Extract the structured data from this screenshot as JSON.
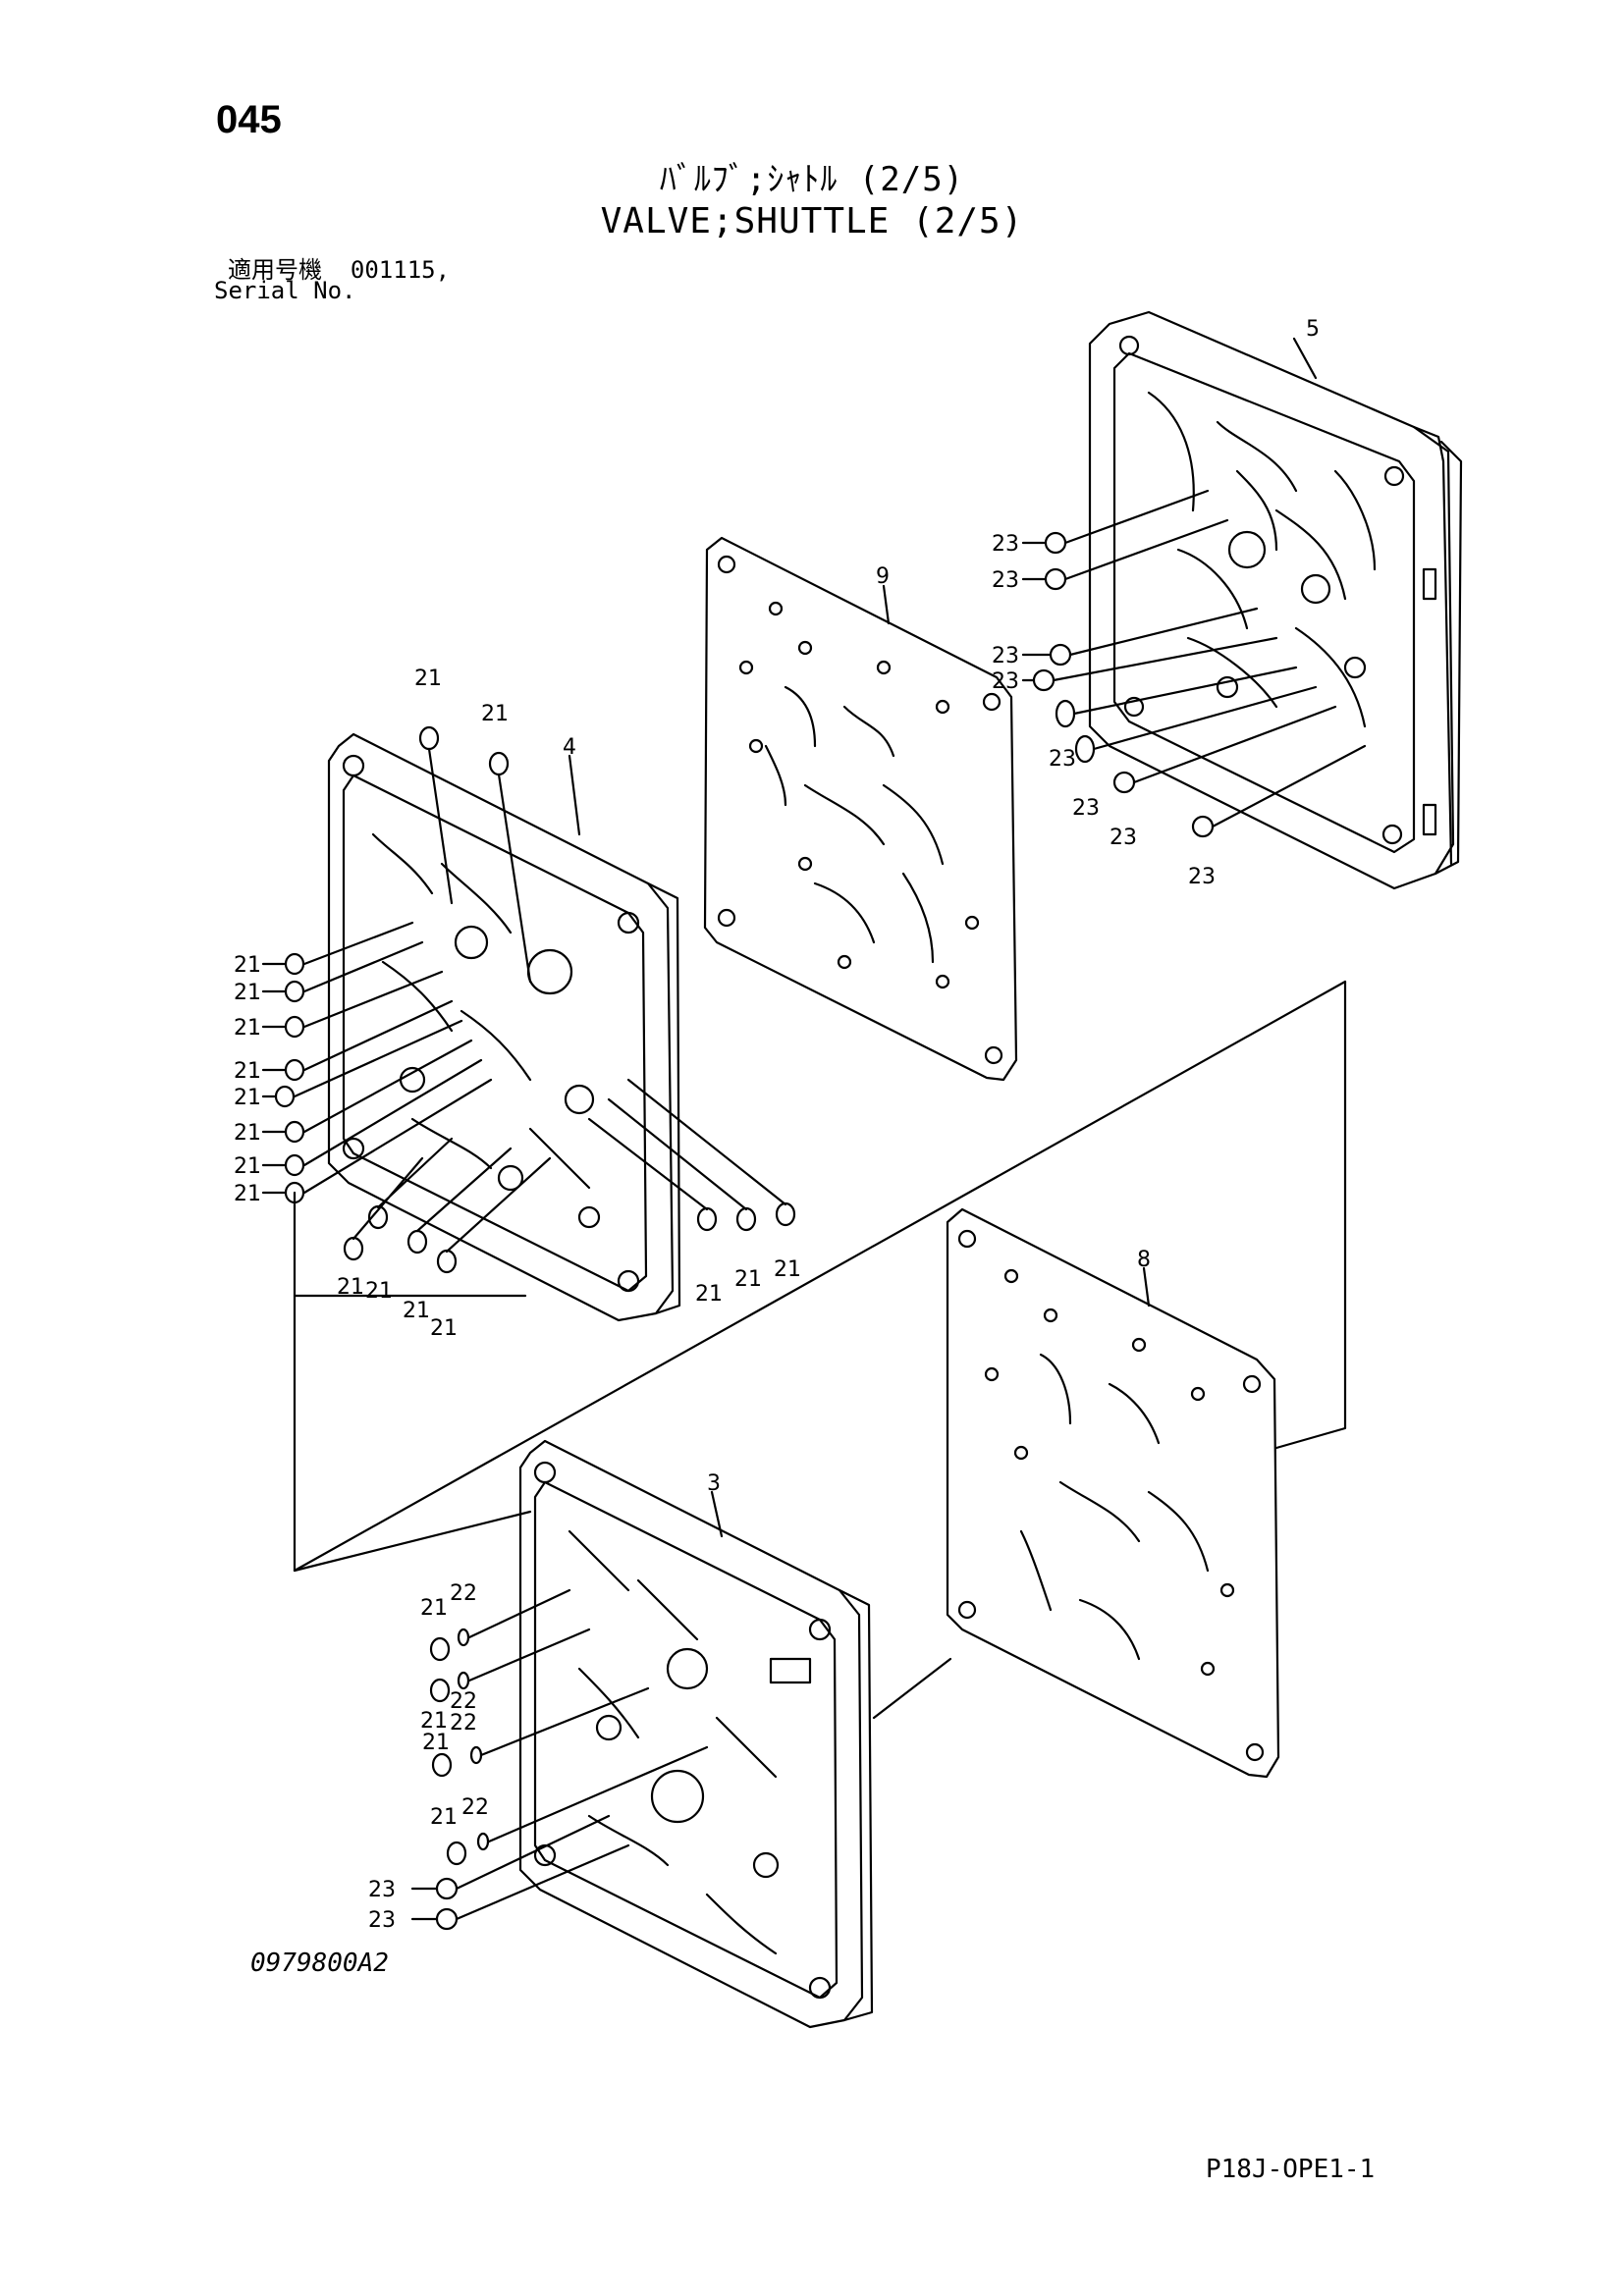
{
  "header": {
    "page_number": "045",
    "title_jp": "ﾊﾞﾙﾌﾞ;ｼｬﾄﾙ (2/5)",
    "title_en": "VALVE;SHUTTLE (2/5)",
    "serial_label_jp": "適用号機",
    "serial_value": "001115,",
    "serial_label_en": "Serial No."
  },
  "footer": {
    "drawing_code": "0979800A2",
    "page_code": "P18J-OPE1-1"
  },
  "callouts": {
    "plate_3": "3",
    "plate_4": "4",
    "plate_5": "5",
    "plate_8": "8",
    "plate_9": "9",
    "part_21": "21",
    "part_22": "22",
    "part_23": "23"
  }
}
